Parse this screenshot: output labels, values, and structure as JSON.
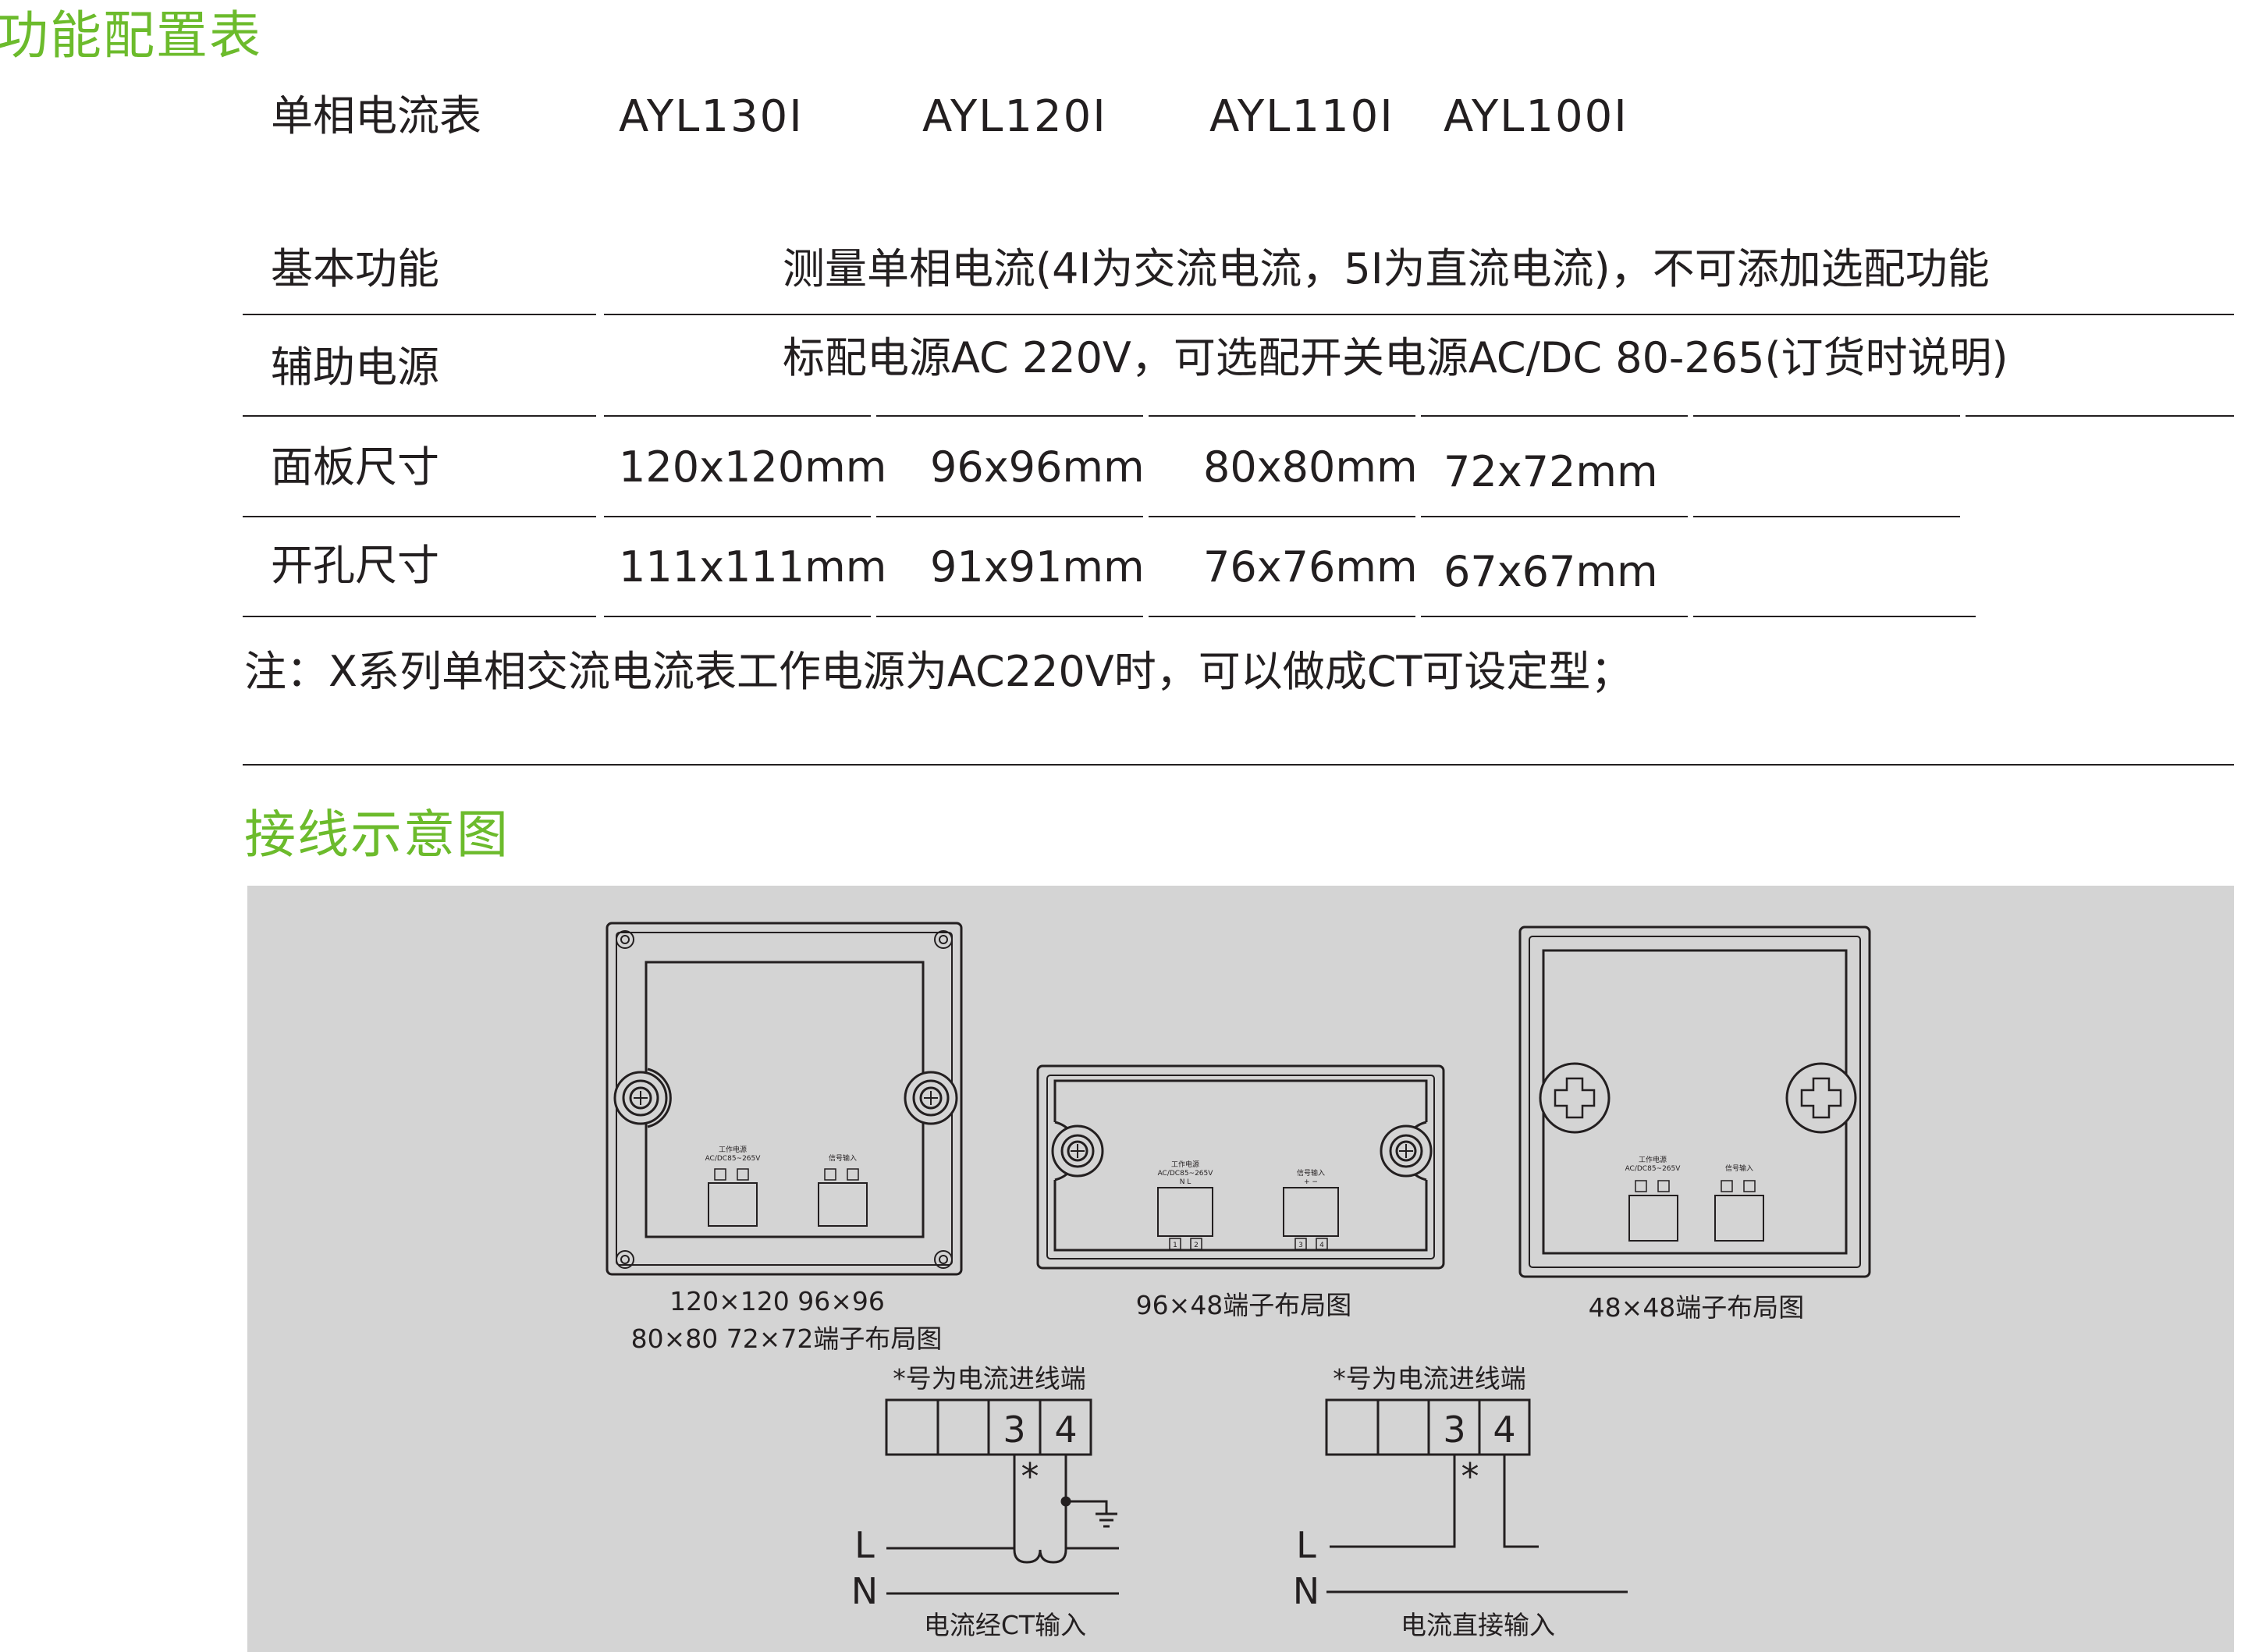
{
  "titles": {
    "config": "功能配置表",
    "wiring": "接线示意图"
  },
  "table": {
    "product_label": "单相电流表",
    "models": [
      "AYL130I",
      "AYL120I",
      "AYL110I",
      "AYL100I"
    ],
    "basic_label": "基本功能",
    "basic_value": "测量单相电流(4I为交流电流，5I为直流电流)，不可添加选配功能",
    "aux_label": "辅助电源",
    "aux_value": "标配电源AC 220V，可选配开关电源AC/DC 80-265(订货时说明)",
    "panel_label": "面板尺寸",
    "panel_sizes": [
      "120x120mm",
      "96x96mm",
      "80x80mm",
      "72x72mm"
    ],
    "hole_label": "开孔尺寸",
    "hole_sizes": [
      "111x111mm",
      "91x91mm",
      "76x76mm",
      "67x67mm"
    ]
  },
  "note": "注：X系列单相交流电流表工作电源为AC220V时，可以做成CT可设定型；",
  "diagrams": {
    "layout1_line1": "120×120  96×96",
    "layout1_line2": "80×80 72×72端子布局图",
    "layout2": "96×48端子布局图",
    "layout3": "48×48端子布局图",
    "power_label": "工作电源",
    "power_range": "AC/DC85~265V",
    "signal_label": "信号输入",
    "term_nl": "N   L",
    "term_pm": "+   −",
    "t1": "1",
    "t2": "2",
    "t3": "3",
    "t4": "4",
    "star_note": "*号为电流进线端",
    "star": "*",
    "line_L": "L",
    "line_N": "N",
    "ct_caption": "电流经CT输入",
    "direct_caption": "电流直接输入"
  },
  "colors": {
    "accent": "#6cbb2c",
    "panel_bg": "#d4d4d4",
    "ink": "#231f20"
  }
}
